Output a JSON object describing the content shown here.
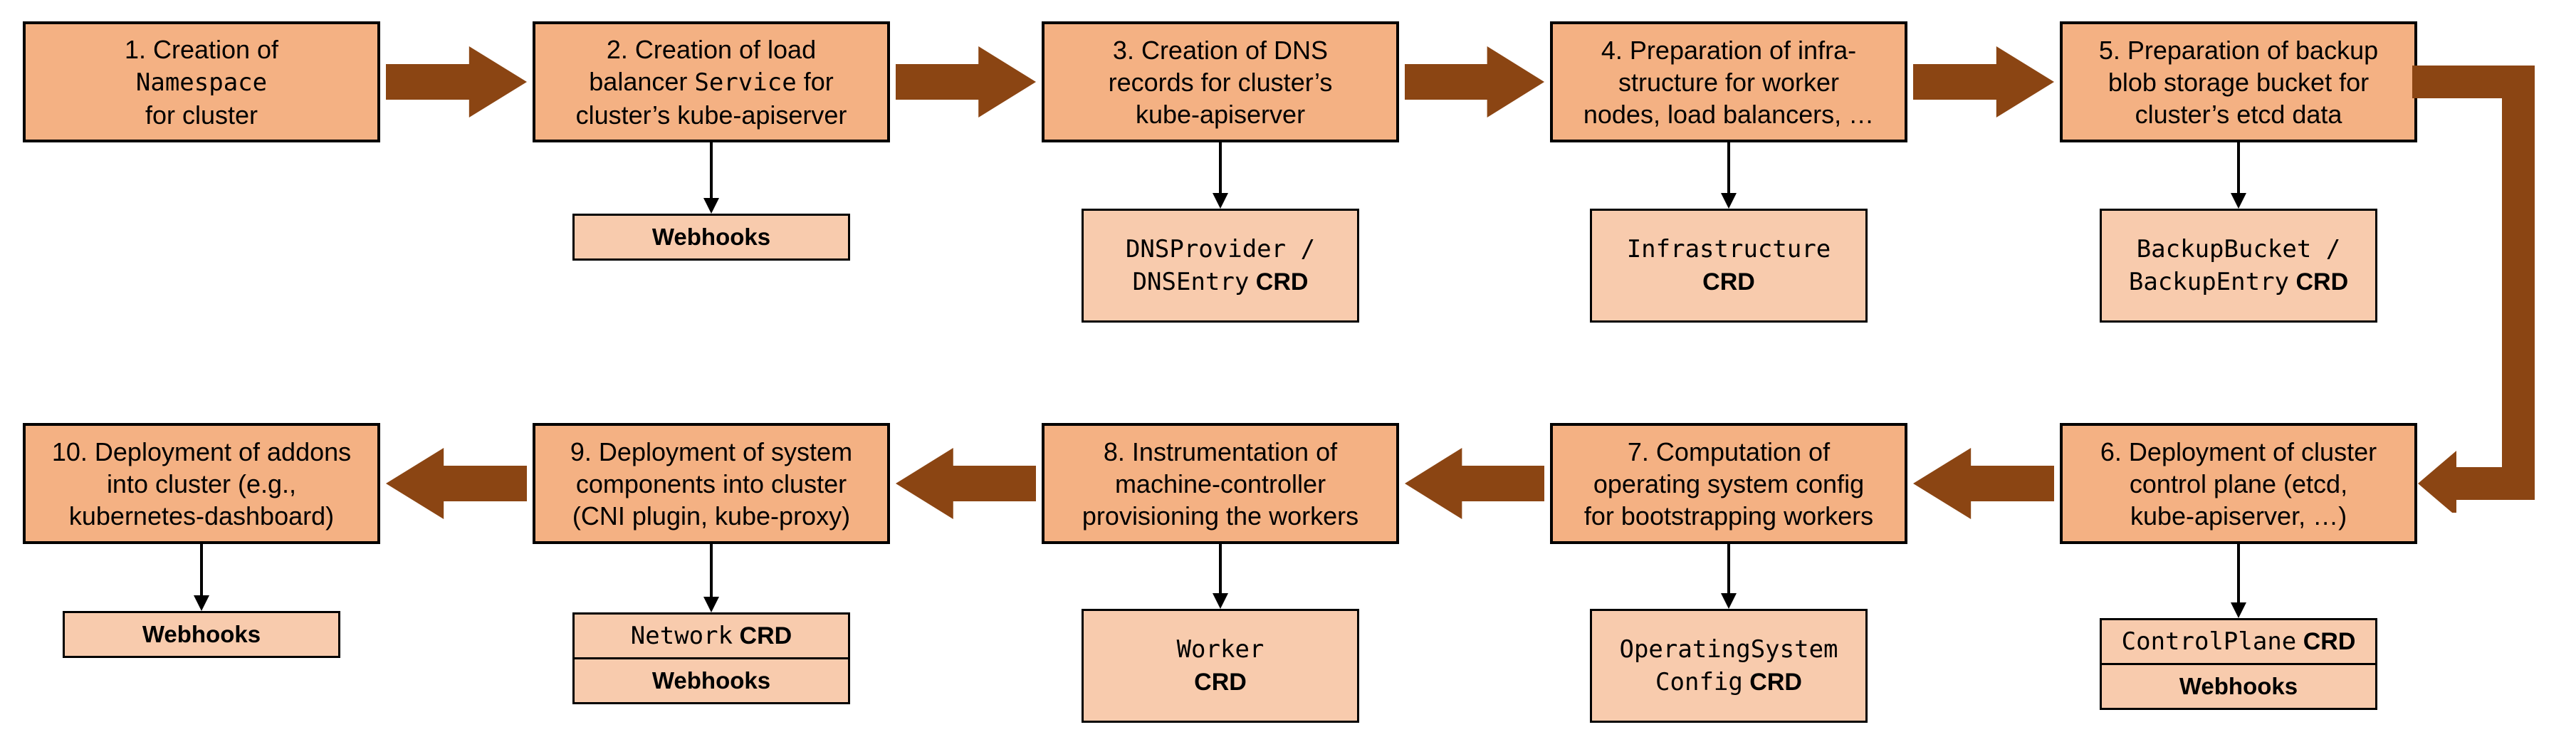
{
  "colors": {
    "step_fill": "#F4B183",
    "sub_fill": "#F8CBAD",
    "flow_arrow": "#8B4513",
    "border": "#000000",
    "background": "#FFFFFF"
  },
  "steps": [
    {
      "line1": "1. Creation of",
      "line2_pre": "",
      "line2_mono": "Namespace",
      "line2_post": "",
      "line3": "for cluster"
    },
    {
      "line1": "2. Creation of load",
      "line2_pre": "balancer ",
      "line2_mono": "Service",
      "line2_post": " for",
      "line3": "cluster’s kube-apiserver"
    },
    {
      "line1": "3. Creation of DNS",
      "line2_pre": "records for cluster’s",
      "line2_mono": "",
      "line2_post": "",
      "line3": "kube-apiserver"
    },
    {
      "line1": "4. Preparation of infra-",
      "line2_pre": "structure for worker",
      "line2_mono": "",
      "line2_post": "",
      "line3": "nodes, load balancers, …"
    },
    {
      "line1": "5. Preparation of backup",
      "line2_pre": "blob storage bucket for",
      "line2_mono": "",
      "line2_post": "",
      "line3": "cluster’s etcd data"
    },
    {
      "line1": "6. Deployment of cluster",
      "line2_pre": "control plane (etcd,",
      "line2_mono": "",
      "line2_post": "",
      "line3": "kube-apiserver, …)"
    },
    {
      "line1": "7. Computation of",
      "line2_pre": "operating system config",
      "line2_mono": "",
      "line2_post": "",
      "line3": "for bootstrapping workers"
    },
    {
      "line1": "8. Instrumentation of",
      "line2_pre": "machine-controller",
      "line2_mono": "",
      "line2_post": "",
      "line3": "provisioning the workers"
    },
    {
      "line1": "9. Deployment of system",
      "line2_pre": "components into cluster",
      "line2_mono": "",
      "line2_post": "",
      "line3": "(CNI plugin, kube-proxy)"
    },
    {
      "line1": "10. Deployment of addons",
      "line2_pre": "into cluster (e.g.,",
      "line2_mono": "",
      "line2_post": "",
      "line3": "kubernetes-dashboard)"
    }
  ],
  "subs": {
    "webhooks_2": {
      "label": "Webhooks"
    },
    "dns": {
      "line1": "DNSProvider /",
      "line2_mono": "DNSEntry",
      "line2_bold": " CRD"
    },
    "infra": {
      "line1": "Infrastructure",
      "line2_bold": "CRD"
    },
    "backup": {
      "line1": "BackupBucket /",
      "line2_mono": "BackupEntry",
      "line2_bold": " CRD"
    },
    "controlplane": {
      "mono": "ControlPlane",
      "bold": " CRD"
    },
    "webhooks_6": {
      "label": "Webhooks"
    },
    "osc": {
      "line1": "OperatingSystem",
      "line2_mono": "Config",
      "line2_bold": " CRD"
    },
    "worker": {
      "line1": "Worker",
      "line2_bold": "CRD"
    },
    "network": {
      "mono": "Network",
      "bold": " CRD"
    },
    "webhooks_9": {
      "label": "Webhooks"
    },
    "webhooks_10": {
      "label": "Webhooks"
    }
  }
}
